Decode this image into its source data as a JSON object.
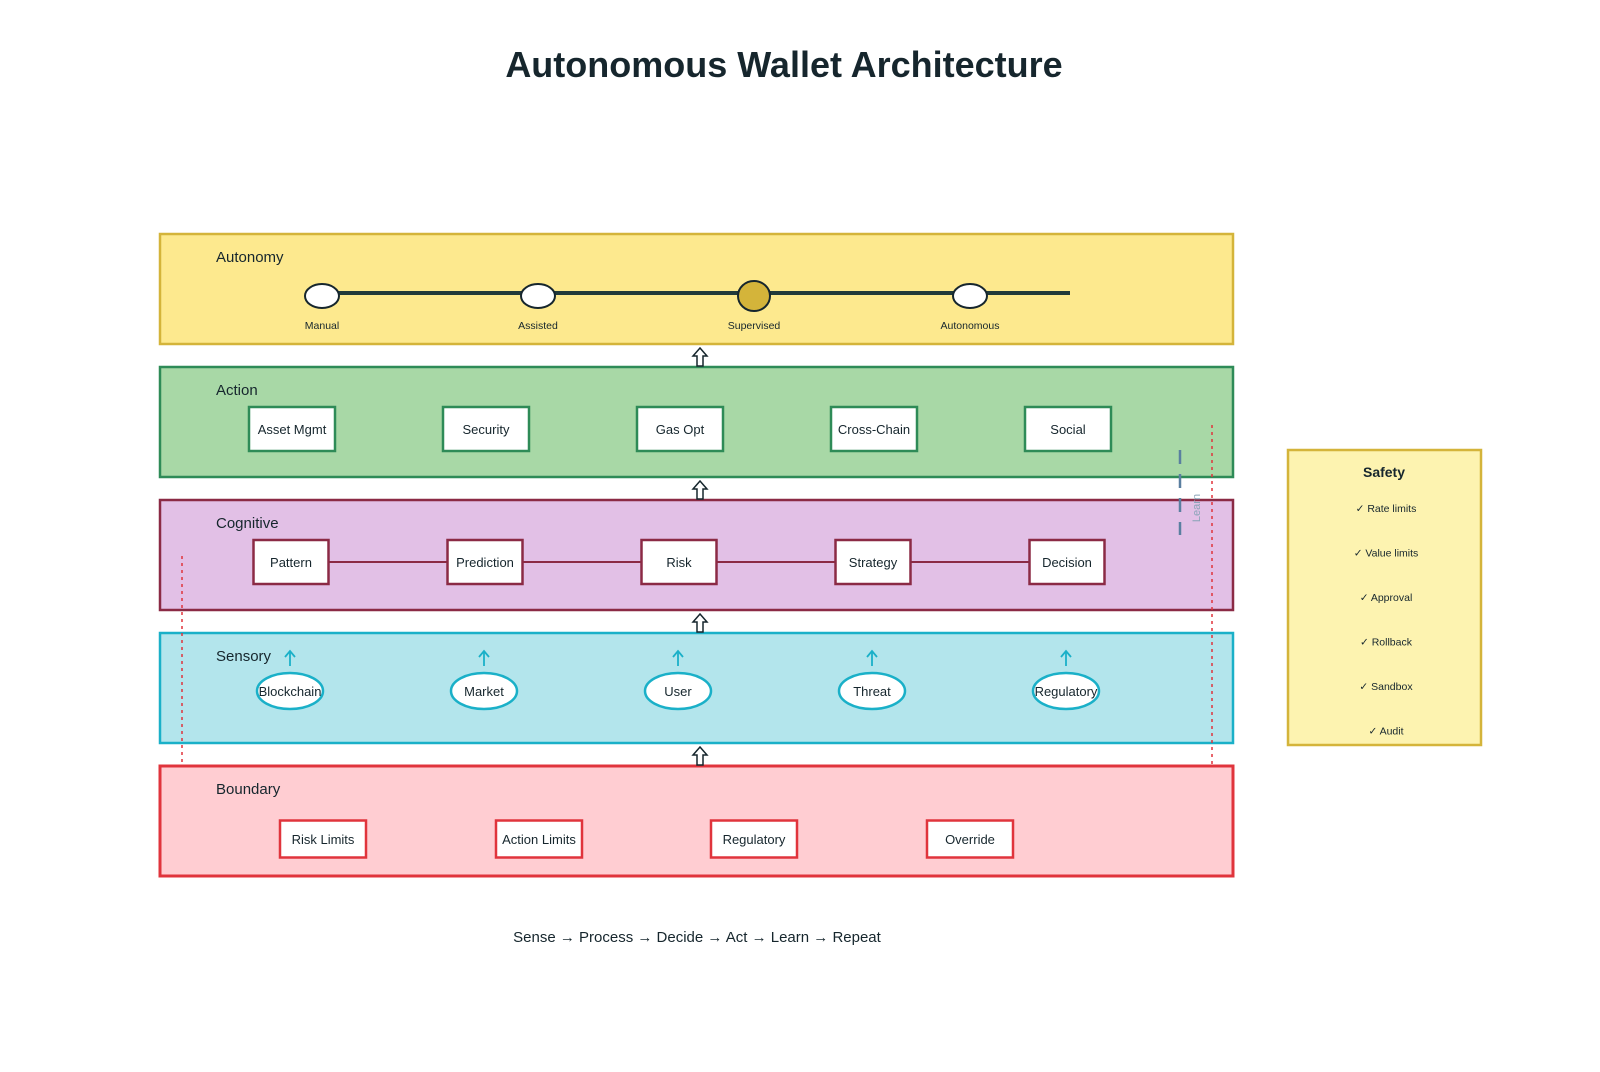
{
  "title": "Autonomous Wallet Architecture",
  "layers": {
    "autonomy": {
      "label": "Autonomy",
      "fill": "#fde98e",
      "stroke": "#d4b43a",
      "levels": [
        "Manual",
        "Assisted",
        "Supervised",
        "Autonomous"
      ],
      "current_level": "Supervised"
    },
    "action": {
      "label": "Action",
      "fill": "#a8d8a6",
      "stroke": "#2e8b57",
      "items": [
        "Asset Mgmt",
        "Security",
        "Gas Opt",
        "Cross-Chain",
        "Social"
      ]
    },
    "cognitive": {
      "label": "Cognitive",
      "fill": "#e2c0e6",
      "stroke": "#8b2a45",
      "items": [
        "Pattern",
        "Prediction",
        "Risk",
        "Strategy",
        "Decision"
      ]
    },
    "sensory": {
      "label": "Sensory",
      "fill": "#b3e5ec",
      "stroke": "#1ab0c8",
      "items": [
        "Blockchain",
        "Market",
        "User",
        "Threat",
        "Regulatory"
      ]
    },
    "boundary": {
      "label": "Boundary",
      "fill": "#ffcdd2",
      "stroke": "#e0343c",
      "items": [
        "Risk Limits",
        "Action Limits",
        "Regulatory",
        "Override"
      ]
    }
  },
  "learn_label": "Learn",
  "safety": {
    "title": "Safety",
    "fill": "#fdf3b0",
    "stroke": "#d4b43a",
    "items": [
      "✓ Rate limits",
      "✓ Value limits",
      "✓ Approval",
      "✓ Rollback",
      "✓ Sandbox",
      "✓ Audit"
    ]
  },
  "loop_caption": "Sense → Process → Decide → Act → Learn → Repeat",
  "icons": {
    "layer_arrow": "up-outline-arrow-icon",
    "sensor_arrow": "up-arrow-icon"
  }
}
